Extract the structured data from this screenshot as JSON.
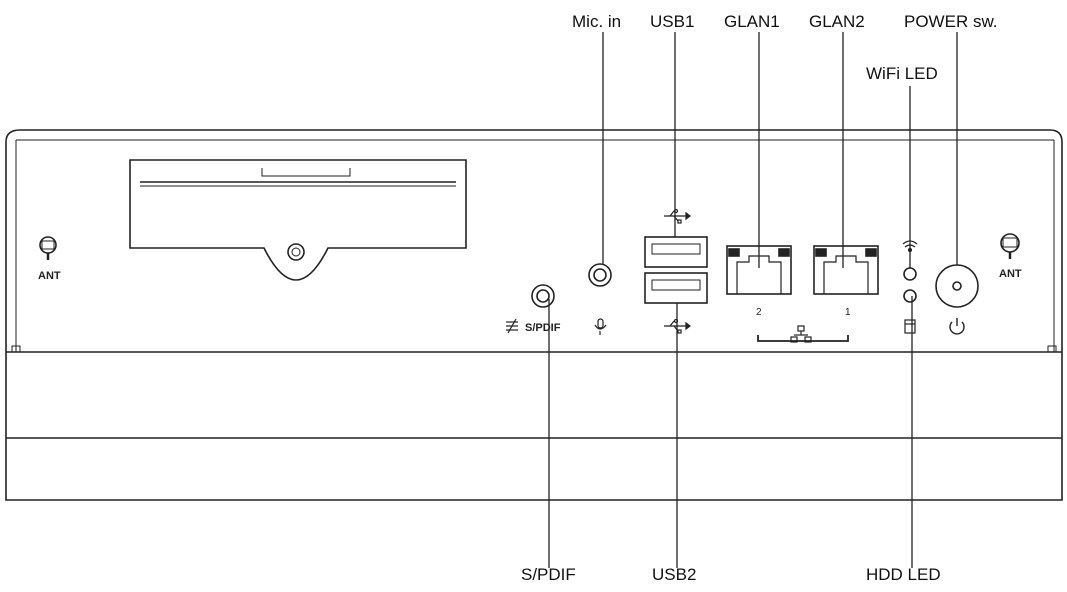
{
  "callouts": {
    "mic_in": "Mic. in",
    "usb1": "USB1",
    "glan1": "GLAN1",
    "glan2": "GLAN2",
    "power_sw": "POWER sw.",
    "wifi_led": "WiFi LED",
    "spdif": "S/PDIF",
    "usb2": "USB2",
    "hdd_led": "HDD LED"
  },
  "panel_labels": {
    "ant_left": "ANT",
    "ant_right": "ANT",
    "spdif_port": "S/PDIF",
    "lan_port_2": "2",
    "lan_port_1": "1"
  },
  "icons": {
    "usb_top": "usb-icon",
    "usb_bottom": "usb-icon",
    "network": "network-icon",
    "wifi": "wifi-icon",
    "hdd": "hdd-icon",
    "power": "power-icon",
    "mic": "microphone-icon",
    "optical": "optical-icon"
  }
}
